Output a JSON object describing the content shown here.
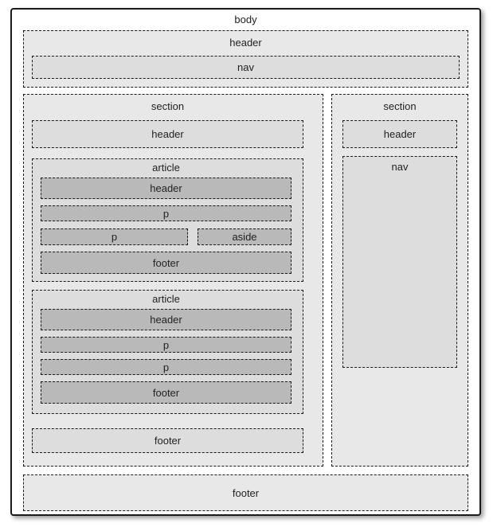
{
  "palette": {
    "canvas_bg": "#ffffff",
    "box_border": "#1b1b1b",
    "level1_fill": "#e8e8e8",
    "level2_fill": "#dddddd",
    "level3_fill": "#b9b9b9",
    "label_color": "#222222"
  },
  "body_label": "body",
  "page_header": {
    "label": "header",
    "nav_label": "nav"
  },
  "main_section": {
    "label": "section",
    "header_label": "header",
    "articles": [
      {
        "label": "article",
        "header_label": "header",
        "p1_label": "p",
        "p2_label": "p",
        "aside_label": "aside",
        "footer_label": "footer"
      },
      {
        "label": "article",
        "header_label": "header",
        "p1_label": "p",
        "p2_label": "p",
        "footer_label": "footer"
      }
    ],
    "footer_label": "footer"
  },
  "sidebar_section": {
    "label": "section",
    "header_label": "header",
    "nav_label": "nav"
  },
  "page_footer_label": "footer"
}
